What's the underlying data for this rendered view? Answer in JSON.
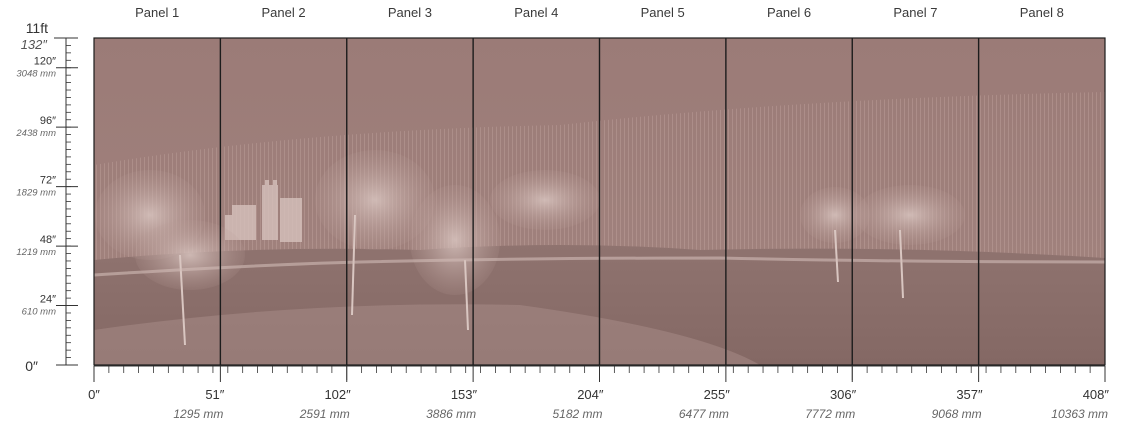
{
  "panels": [
    "Panel 1",
    "Panel 2",
    "Panel 3",
    "Panel 4",
    "Panel 5",
    "Panel 6",
    "Panel 7",
    "Panel 8"
  ],
  "colors": {
    "mural_base": "#9a7c78",
    "mural_dark": "#8b6e6a",
    "mural_light": "#c9b1ac",
    "divider": "#1c1c1c",
    "ruler": "#333333"
  },
  "left_scale": {
    "top_label": "11ft",
    "top_sub": "132″",
    "marks": [
      {
        "inches": 120,
        "label": "120″",
        "metric": "3048 mm"
      },
      {
        "inches": 96,
        "label": "96″",
        "metric": "2438 mm"
      },
      {
        "inches": 72,
        "label": "72″",
        "metric": "1829 mm"
      },
      {
        "inches": 48,
        "label": "48″",
        "metric": "1219 mm"
      },
      {
        "inches": 24,
        "label": "24″",
        "metric": "610 mm"
      },
      {
        "inches": 0,
        "label": "0″",
        "metric": ""
      }
    ],
    "max_inches": 132
  },
  "bottom_scale": {
    "max_inches": 408,
    "marks": [
      {
        "inches": 0,
        "label": "0″",
        "metric": ""
      },
      {
        "inches": 51,
        "label": "51″",
        "metric": "1295 mm"
      },
      {
        "inches": 102,
        "label": "102″",
        "metric": "2591 mm"
      },
      {
        "inches": 153,
        "label": "153″",
        "metric": "3886 mm"
      },
      {
        "inches": 204,
        "label": "204″",
        "metric": "5182 mm"
      },
      {
        "inches": 255,
        "label": "255″",
        "metric": "6477 mm"
      },
      {
        "inches": 306,
        "label": "306″",
        "metric": "7772 mm"
      },
      {
        "inches": 357,
        "label": "357″",
        "metric": "9068 mm"
      },
      {
        "inches": 408,
        "label": "408″",
        "metric": "10363 mm"
      }
    ]
  }
}
